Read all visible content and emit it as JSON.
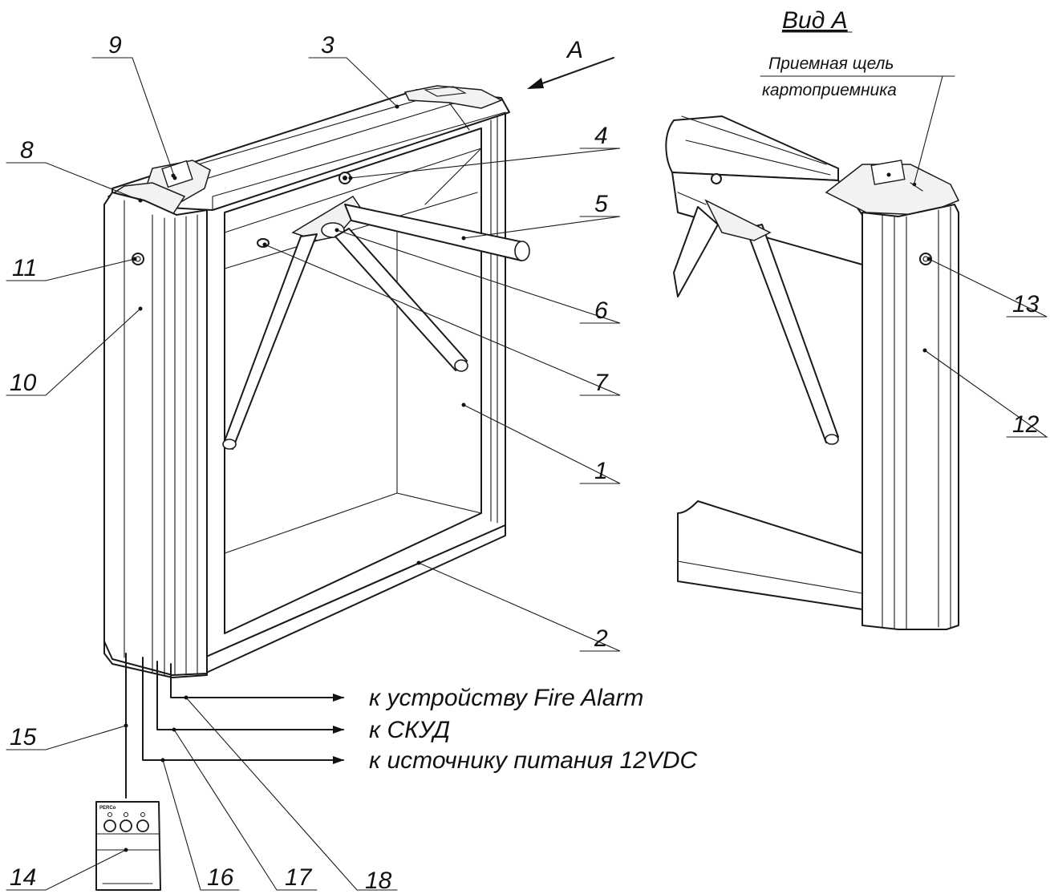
{
  "view": {
    "title": "Вид А",
    "arrow_label": "А",
    "slot_note_line1": "Приемная щель",
    "slot_note_line2": "картоприемника"
  },
  "callouts": [
    {
      "id": "1",
      "text": "1"
    },
    {
      "id": "2",
      "text": "2"
    },
    {
      "id": "3",
      "text": "3"
    },
    {
      "id": "4",
      "text": "4"
    },
    {
      "id": "5",
      "text": "5"
    },
    {
      "id": "6",
      "text": "6"
    },
    {
      "id": "7",
      "text": "7"
    },
    {
      "id": "8",
      "text": "8"
    },
    {
      "id": "9",
      "text": "9"
    },
    {
      "id": "10",
      "text": "10"
    },
    {
      "id": "11",
      "text": "11"
    },
    {
      "id": "12",
      "text": "12"
    },
    {
      "id": "13",
      "text": "13"
    },
    {
      "id": "14",
      "text": "14"
    },
    {
      "id": "15",
      "text": "15"
    },
    {
      "id": "16",
      "text": "16"
    },
    {
      "id": "17",
      "text": "17"
    },
    {
      "id": "18",
      "text": "18"
    }
  ],
  "connections": {
    "fire_alarm": "к устройству Fire Alarm",
    "acs": "к СКУД",
    "power": "к источнику питания 12VDC"
  },
  "remote": {
    "logo": "PERCo"
  }
}
